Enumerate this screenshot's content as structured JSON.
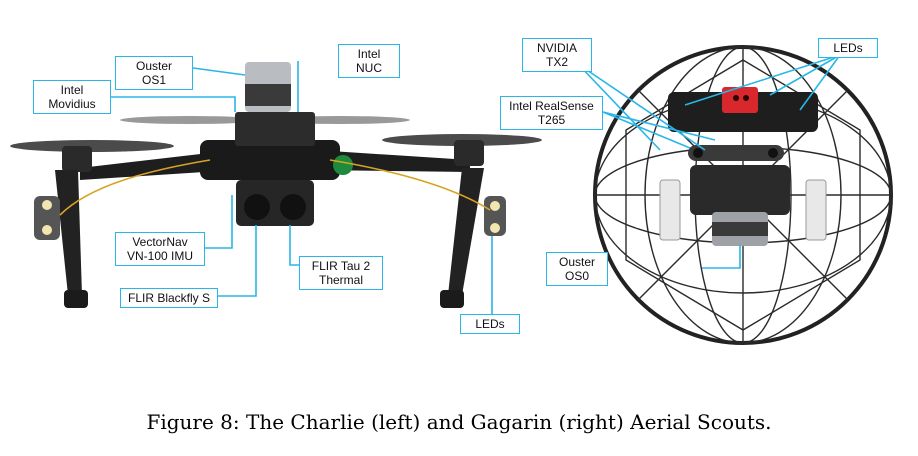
{
  "callouts": {
    "ouster_os1": "Ouster\nOS1",
    "intel_nuc": "Intel\nNUC",
    "intel_movidius": "Intel\nMovidius",
    "vectornav": "VectorNav\nVN-100 IMU",
    "flir_tau": "FLIR Tau 2\nThermal",
    "flir_blackfly": "FLIR Blackfly S",
    "leds_left": "LEDs",
    "nvidia_tx2": "NVIDIA\nTX2",
    "leds_right": "LEDs",
    "intel_realsense": "Intel RealSense\nT265",
    "ouster_os0": "Ouster\nOS0"
  },
  "caption": "Figure 8: The Charlie (left) and Gagarin (right) Aerial Scouts.",
  "colors": {
    "callout_border": "#29b6e8",
    "drone_body": "#1e1e1e",
    "cage": "#222222",
    "accent_red": "#d8282e",
    "lidar_silver": "#b9bcc0"
  }
}
